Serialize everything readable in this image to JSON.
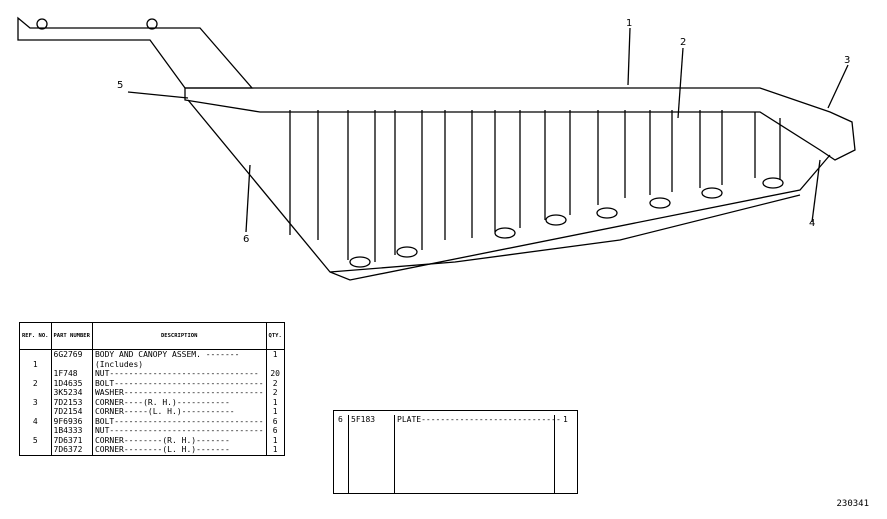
{
  "callouts": {
    "c1": "1",
    "c2": "2",
    "c3": "3",
    "c4": "4",
    "c5": "5",
    "c6": "6"
  },
  "table_header": {
    "ref": "REF. NO.",
    "part": "PART NUMBER",
    "desc": "DESCRIPTION",
    "qty": "QTY."
  },
  "rows": [
    {
      "ref": "",
      "part": "6G2769",
      "desc": "BODY AND CANOPY ASSEM. -------",
      "qty": "1"
    },
    {
      "ref": "1",
      "part": "",
      "desc": "(Includes)",
      "qty": ""
    },
    {
      "ref": "",
      "part": "1F748",
      "desc": "NUT-------------------------------",
      "qty": "20"
    },
    {
      "ref": "2",
      "part": "1D4635",
      "desc": "BOLT-------------------------------",
      "qty": "2"
    },
    {
      "ref": "",
      "part": "3K5234",
      "desc": "WASHER-----------------------------",
      "qty": "2"
    },
    {
      "ref": "3",
      "part": "7D2153",
      "desc": "CORNER----(R. H.)-----------",
      "qty": "1"
    },
    {
      "ref": "",
      "part": "7D2154",
      "desc": "CORNER-----(L. H.)-----------",
      "qty": "1"
    },
    {
      "ref": "4",
      "part": "9F6936",
      "desc": "BOLT-------------------------------",
      "qty": "6"
    },
    {
      "ref": "",
      "part": "1B4333",
      "desc": "NUT--------------------------------",
      "qty": "6"
    },
    {
      "ref": "5",
      "part": "7D6371",
      "desc": "CORNER--------(R. H.)-------",
      "qty": "1"
    },
    {
      "ref": "",
      "part": "7D6372",
      "desc": "CORNER--------(L. H.)-------",
      "qty": "1"
    }
  ],
  "box2": {
    "ref": "6",
    "part": "5F183",
    "desc": "PLATE-----------------------------",
    "qty": "1"
  },
  "drawing_code": "230341"
}
